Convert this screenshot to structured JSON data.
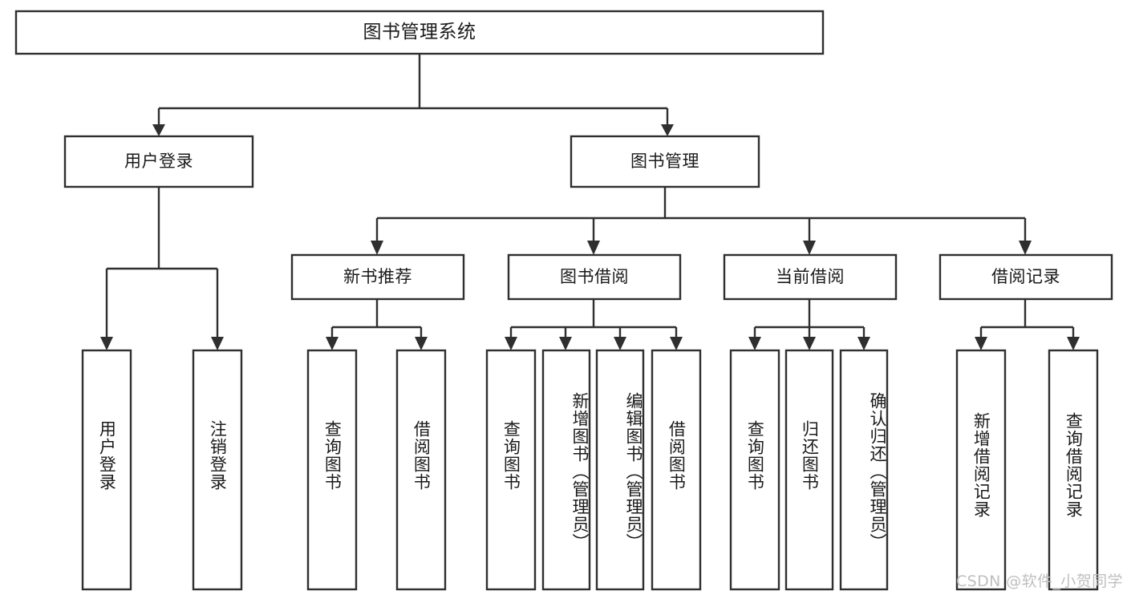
{
  "diagram": {
    "title": "图书管理系统",
    "type": "tree-hierarchy",
    "orientation": "top-down",
    "root": {
      "id": "root",
      "label": "图书管理系统",
      "text_direction": "horizontal"
    },
    "level2": [
      {
        "id": "user-login",
        "label": "用户登录",
        "text_direction": "horizontal"
      },
      {
        "id": "book-management",
        "label": "图书管理",
        "text_direction": "horizontal"
      }
    ],
    "level3": [
      {
        "id": "new-book-recommend",
        "label": "新书推荐",
        "text_direction": "horizontal",
        "parent": "book-management"
      },
      {
        "id": "book-borrow",
        "label": "图书借阅",
        "text_direction": "horizontal",
        "parent": "book-management"
      },
      {
        "id": "current-borrow",
        "label": "当前借阅",
        "text_direction": "horizontal",
        "parent": "book-management"
      },
      {
        "id": "borrow-record",
        "label": "借阅记录",
        "text_direction": "horizontal",
        "parent": "book-management"
      }
    ],
    "leaves": [
      {
        "id": "leaf-user-login",
        "label": "用户登录",
        "text_direction": "vertical",
        "parent": "user-login"
      },
      {
        "id": "leaf-user-logout",
        "label": "注销登录",
        "text_direction": "vertical",
        "parent": "user-login"
      },
      {
        "id": "leaf-query-book-1",
        "label": "查询图书",
        "text_direction": "vertical",
        "parent": "new-book-recommend"
      },
      {
        "id": "leaf-borrow-book-1",
        "label": "借阅图书",
        "text_direction": "vertical",
        "parent": "new-book-recommend"
      },
      {
        "id": "leaf-query-book-2",
        "label": "查询图书",
        "text_direction": "vertical",
        "parent": "book-borrow"
      },
      {
        "id": "leaf-add-book",
        "label": "新增图书（管理员）",
        "text_direction": "vertical",
        "parent": "book-borrow"
      },
      {
        "id": "leaf-edit-book",
        "label": "编辑图书（管理员）",
        "text_direction": "vertical",
        "parent": "book-borrow"
      },
      {
        "id": "leaf-borrow-book-2",
        "label": "借阅图书",
        "text_direction": "vertical",
        "parent": "book-borrow"
      },
      {
        "id": "leaf-query-book-3",
        "label": "查询图书",
        "text_direction": "vertical",
        "parent": "current-borrow"
      },
      {
        "id": "leaf-return-book",
        "label": "归还图书",
        "text_direction": "vertical",
        "parent": "current-borrow"
      },
      {
        "id": "leaf-confirm-return",
        "label": "确认归还（管理员）",
        "text_direction": "vertical",
        "parent": "current-borrow"
      },
      {
        "id": "leaf-add-record",
        "label": "新增借阅记录",
        "text_direction": "vertical",
        "parent": "borrow-record"
      },
      {
        "id": "leaf-query-record",
        "label": "查询借阅记录",
        "text_direction": "vertical",
        "parent": "borrow-record"
      }
    ]
  },
  "watermark": {
    "text": "CSDN @软件_小贺同学"
  },
  "colors": {
    "box_stroke": "#2f2f2f",
    "box_fill": "#ffffff",
    "text": "#1a1a1a",
    "background": "#ffffff",
    "watermark": "#bfbfbf"
  }
}
